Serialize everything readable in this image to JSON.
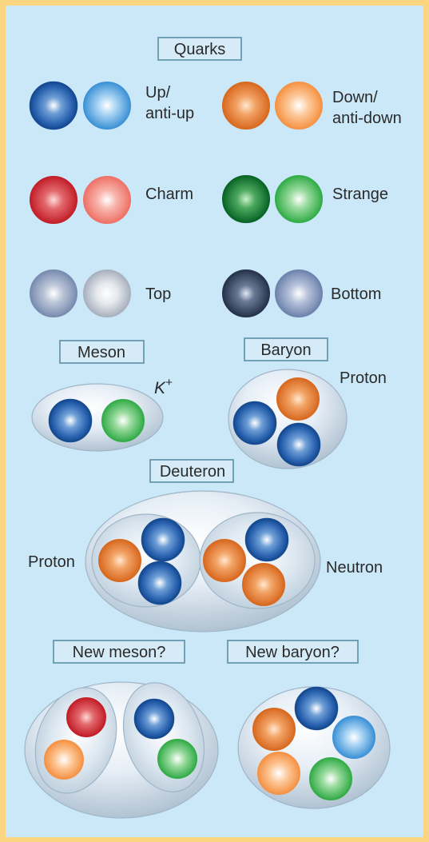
{
  "colors": {
    "panel_bg": "#cbe8f8",
    "frame": "#fbd580",
    "up": "#1e5fae",
    "anti_up": "#5fa8e0",
    "down": "#e07a32",
    "anti_down": "#f7a25e",
    "charm": "#cf2a32",
    "anti_charm": "#f28a80",
    "strange": "#137a32",
    "anti_strange": "#4fbe5e",
    "top": "#8a9bb8",
    "anti_top": "#c2c8d0",
    "bottom": "#2f3e58",
    "anti_bottom": "#8294b8"
  },
  "headers": {
    "quarks": "Quarks",
    "meson": "Meson",
    "baryon": "Baryon",
    "deuteron": "Deuteron",
    "new_meson": "New meson?",
    "new_baryon": "New baryon?"
  },
  "quark_labels": {
    "up_line1": "Up/",
    "up_line2": "anti-up",
    "down_line1": "Down/",
    "down_line2": "anti-down",
    "charm": "Charm",
    "strange": "Strange",
    "top": "Top",
    "bottom": "Bottom"
  },
  "particle_labels": {
    "kaon": "K",
    "kaon_sup": "+",
    "baryon_proton": "Proton",
    "deuteron_proton": "Proton",
    "deuteron_neutron": "Neutron"
  }
}
